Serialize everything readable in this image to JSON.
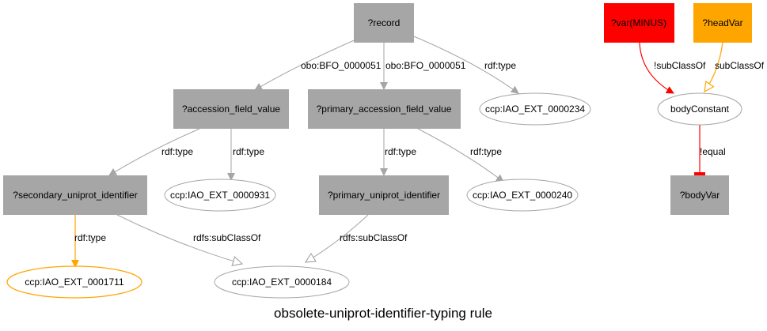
{
  "title": "obsolete-uniprot-identifier-typing rule",
  "colors": {
    "gray_edge": "#a6a6a6",
    "box_fill": "#a6a6a6",
    "ellipse_stroke": "#a6a6a6",
    "highlight_orange": "#ffa500",
    "highlight_red": "#ff0000"
  },
  "nodes": {
    "record": "?record",
    "accession_field_value": "?accession_field_value",
    "primary_accession_field_value": "?primary_accession_field_value",
    "iao_0000234": "ccp:IAO_EXT_0000234",
    "var_minus": "?var(MINUS)",
    "head_var": "?headVar",
    "body_constant": "bodyConstant",
    "body_var": "?bodyVar",
    "secondary_uniprot_identifier": "?secondary_uniprot_identifier",
    "iao_0000931": "ccp:IAO_EXT_0000931",
    "primary_uniprot_identifier": "?primary_uniprot_identifier",
    "iao_0000240": "ccp:IAO_EXT_0000240",
    "iao_0001711": "ccp:IAO_EXT_0001711",
    "iao_0000184": "ccp:IAO_EXT_0000184"
  },
  "edges": {
    "record_accession": "obo:BFO_0000051",
    "record_primary_accession": "obo:BFO_0000051",
    "record_type": "rdf:type",
    "accession_secondary_type": "rdf:type",
    "accession_931_type": "rdf:type",
    "primary_acc_primary_type": "rdf:type",
    "primary_acc_240_type": "rdf:type",
    "secondary_1711_type": "rdf:type",
    "secondary_184_subclass": "rdfs:subClassOf",
    "primary_184_subclass": "rdfs:subClassOf",
    "var_not_subclass": "!subClassOf",
    "head_subclass": "subClassOf",
    "constant_not_equal": "!equal"
  }
}
